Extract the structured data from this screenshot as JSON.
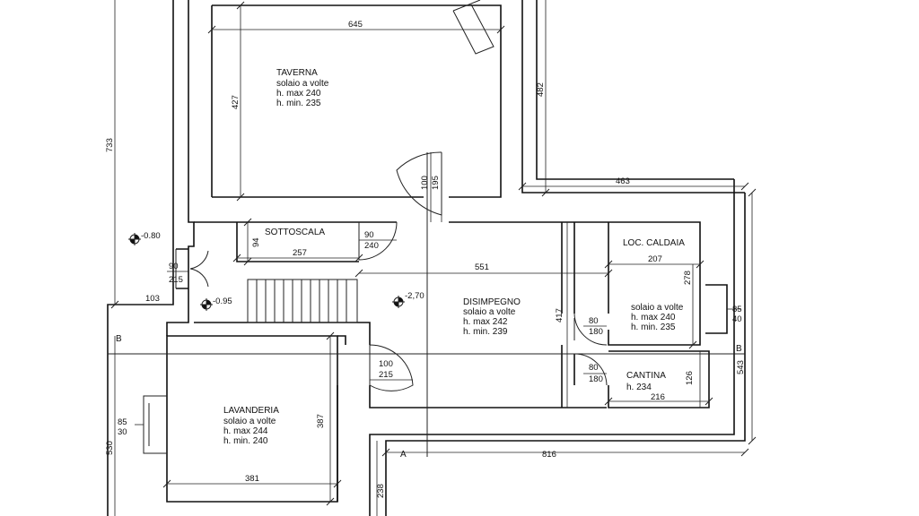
{
  "rooms": {
    "taverna": {
      "name": "TAVERNA",
      "note": "solaio a volte",
      "hmax": "h. max 240",
      "hmin": "h. min. 235"
    },
    "sottoscala": {
      "name": "SOTTOSCALA"
    },
    "loc_caldaia": {
      "name": "LOC. CALDAIA",
      "note": "solaio a volte",
      "hmax": "h. max 240",
      "hmin": "h. min. 235"
    },
    "disimpegno": {
      "name": "DISIMPEGNO",
      "note": "solaio a volte",
      "hmax": "h. max 242",
      "hmin": "h. min. 239"
    },
    "cantina": {
      "name": "CANTINA",
      "h": "h. 234"
    },
    "lavanderia": {
      "name": "LAVANDERIA",
      "note": "solaio a volte",
      "hmax": "h. max 244",
      "hmin": "h. min. 240"
    }
  },
  "dimensions": {
    "d645": "645",
    "d427": "427",
    "d482": "482",
    "d463": "463",
    "d733": "733",
    "d100a": "100",
    "d195": "195",
    "d94": "94",
    "d257": "257",
    "d90a": "90",
    "d240": "240",
    "d551": "551",
    "d207": "207",
    "d278": "278",
    "d90b": "90",
    "d215a": "215",
    "d103": "103",
    "d417": "417",
    "d80a": "80",
    "d180a": "180",
    "d85a": "85",
    "d40": "40",
    "d543": "543",
    "d80b": "80",
    "d180b": "180",
    "d126": "126",
    "d216": "216",
    "d100b": "100",
    "d215b": "215",
    "d387": "387",
    "d85b": "85",
    "d30": "30",
    "d530": "530",
    "d816": "816",
    "d381": "381",
    "d238": "238"
  },
  "levels": {
    "l080": "-0.80",
    "l095": "-0.95",
    "l270": "-2,70"
  },
  "section_marks": {
    "b_left": "B",
    "b_right": "B",
    "a": "A"
  }
}
